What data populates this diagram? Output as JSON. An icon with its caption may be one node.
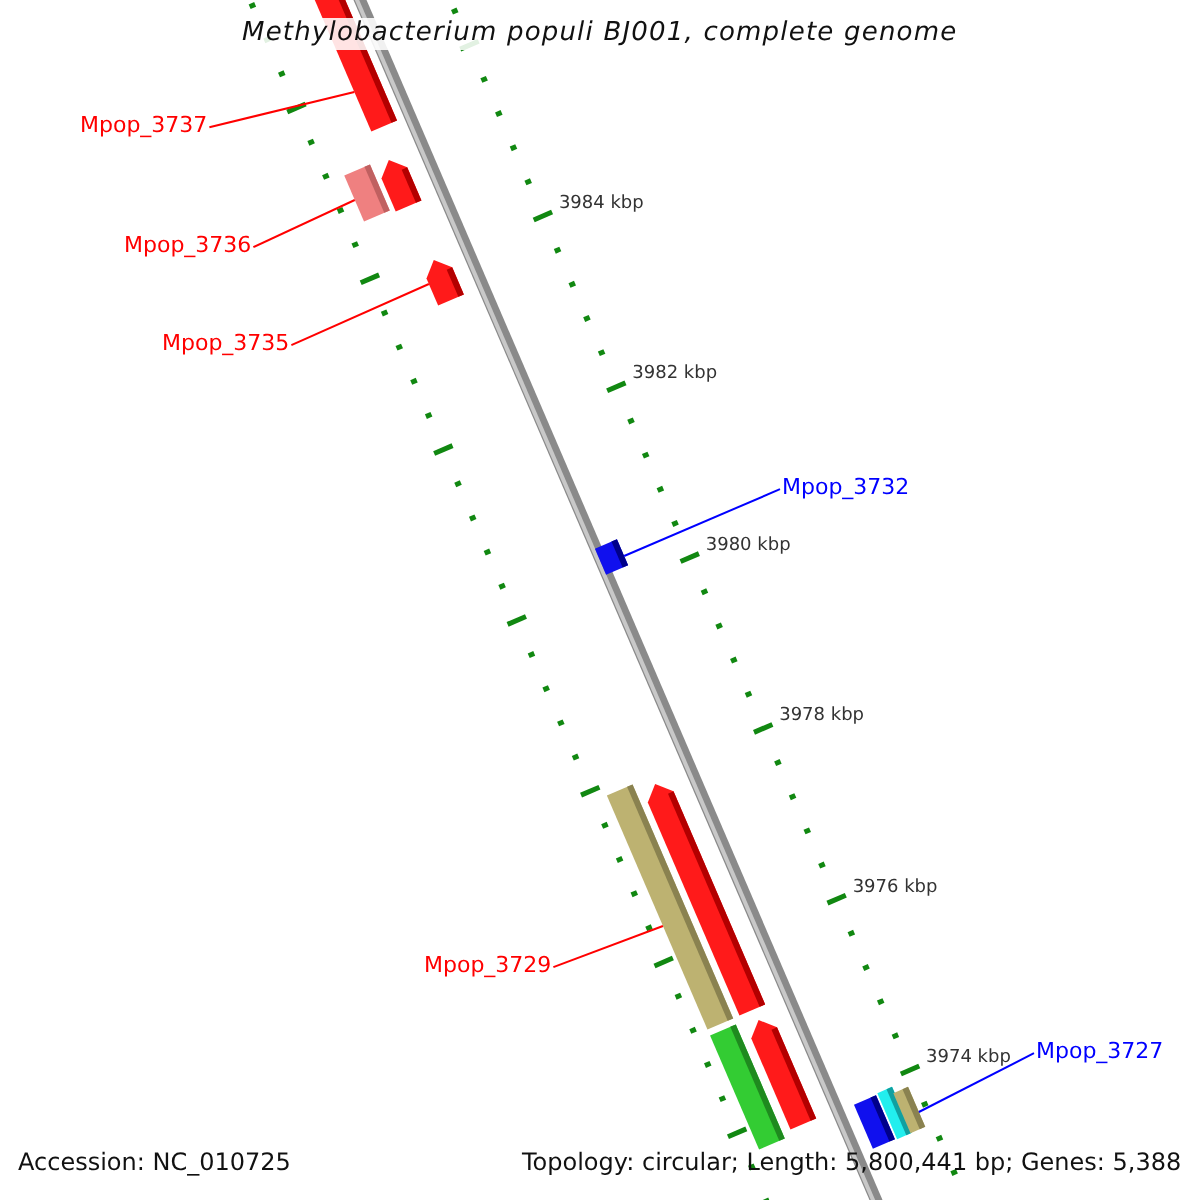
{
  "diagram": {
    "title": "Methylobacterium populi BJ001, complete genome",
    "nodes": [
      {
        "text": [
          "Mpop_3737"
        ]
      },
      {
        "text": [
          "Mpop_3736"
        ]
      },
      {
        "text": [
          "Mpop_3735"
        ]
      },
      {
        "text": [
          "Mpop_3732"
        ]
      },
      {
        "text": [
          "Mpop_3729"
        ]
      },
      {
        "text": [
          "Mpop_3727"
        ]
      },
      {
        "text": [],
        "shape": "bar"
      },
      {
        "text": [],
        "shape": "bar"
      },
      {
        "text": [],
        "shape": "arrow"
      },
      {
        "text": [],
        "shape": "arrow"
      },
      {
        "text": [],
        "shape": "bar"
      },
      {
        "text": [],
        "shape": "bar"
      },
      {
        "text": [],
        "shape": "arrow"
      },
      {
        "text": [],
        "shape": "bar"
      },
      {
        "text": [],
        "shape": "arrow"
      },
      {
        "text": [],
        "shape": "bar"
      },
      {
        "text": [],
        "shape": "bar"
      },
      {
        "text": [],
        "shape": "bar"
      }
    ],
    "edges": [
      {
        "from": 0,
        "to": 6,
        "arrow": "none"
      },
      {
        "from": 1,
        "to": 7,
        "arrow": "none"
      },
      {
        "from": 2,
        "to": 9,
        "arrow": "none"
      },
      {
        "from": 3,
        "to": 10,
        "arrow": "none",
        "color": "#0000ff"
      },
      {
        "from": 4,
        "to": 11,
        "arrow": "none"
      },
      {
        "from": 5,
        "to": 17,
        "arrow": "none",
        "color": "#0000ff"
      }
    ],
    "labels": [
      "3984 kbp",
      "3982 kbp",
      "3980 kbp",
      "3978 kbp",
      "3976 kbp",
      "3974 kbp",
      "Accession: NC_010725",
      "Topology: circular; Length: 5,800,441 bp; Genes: 5,388"
    ]
  }
}
